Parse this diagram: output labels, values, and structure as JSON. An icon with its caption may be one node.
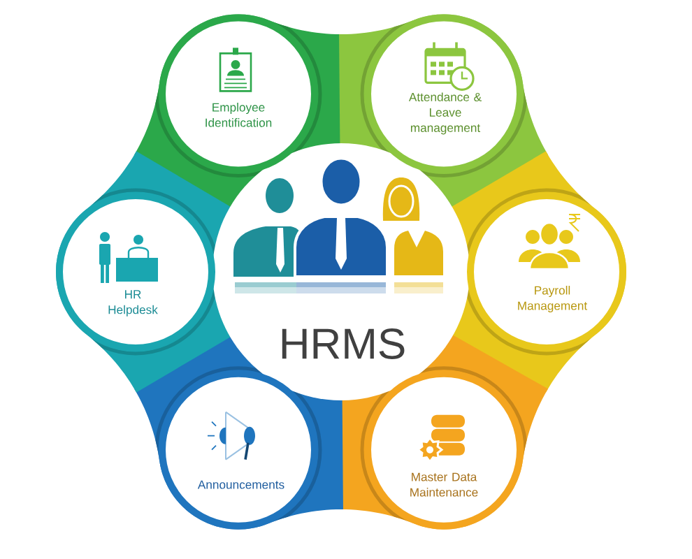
{
  "diagram": {
    "nodes": [
      {
        "text": [
          "HRMS"
        ]
      },
      {
        "text": [
          "Employee Identification"
        ]
      },
      {
        "text": [
          "Attendance & Leave management"
        ]
      },
      {
        "text": [
          "Payroll Management"
        ]
      },
      {
        "text": [
          "Master Data Maintenance"
        ]
      },
      {
        "text": [
          "Announcements"
        ]
      },
      {
        "text": [
          "HR Helpdesk"
        ]
      }
    ]
  }
}
